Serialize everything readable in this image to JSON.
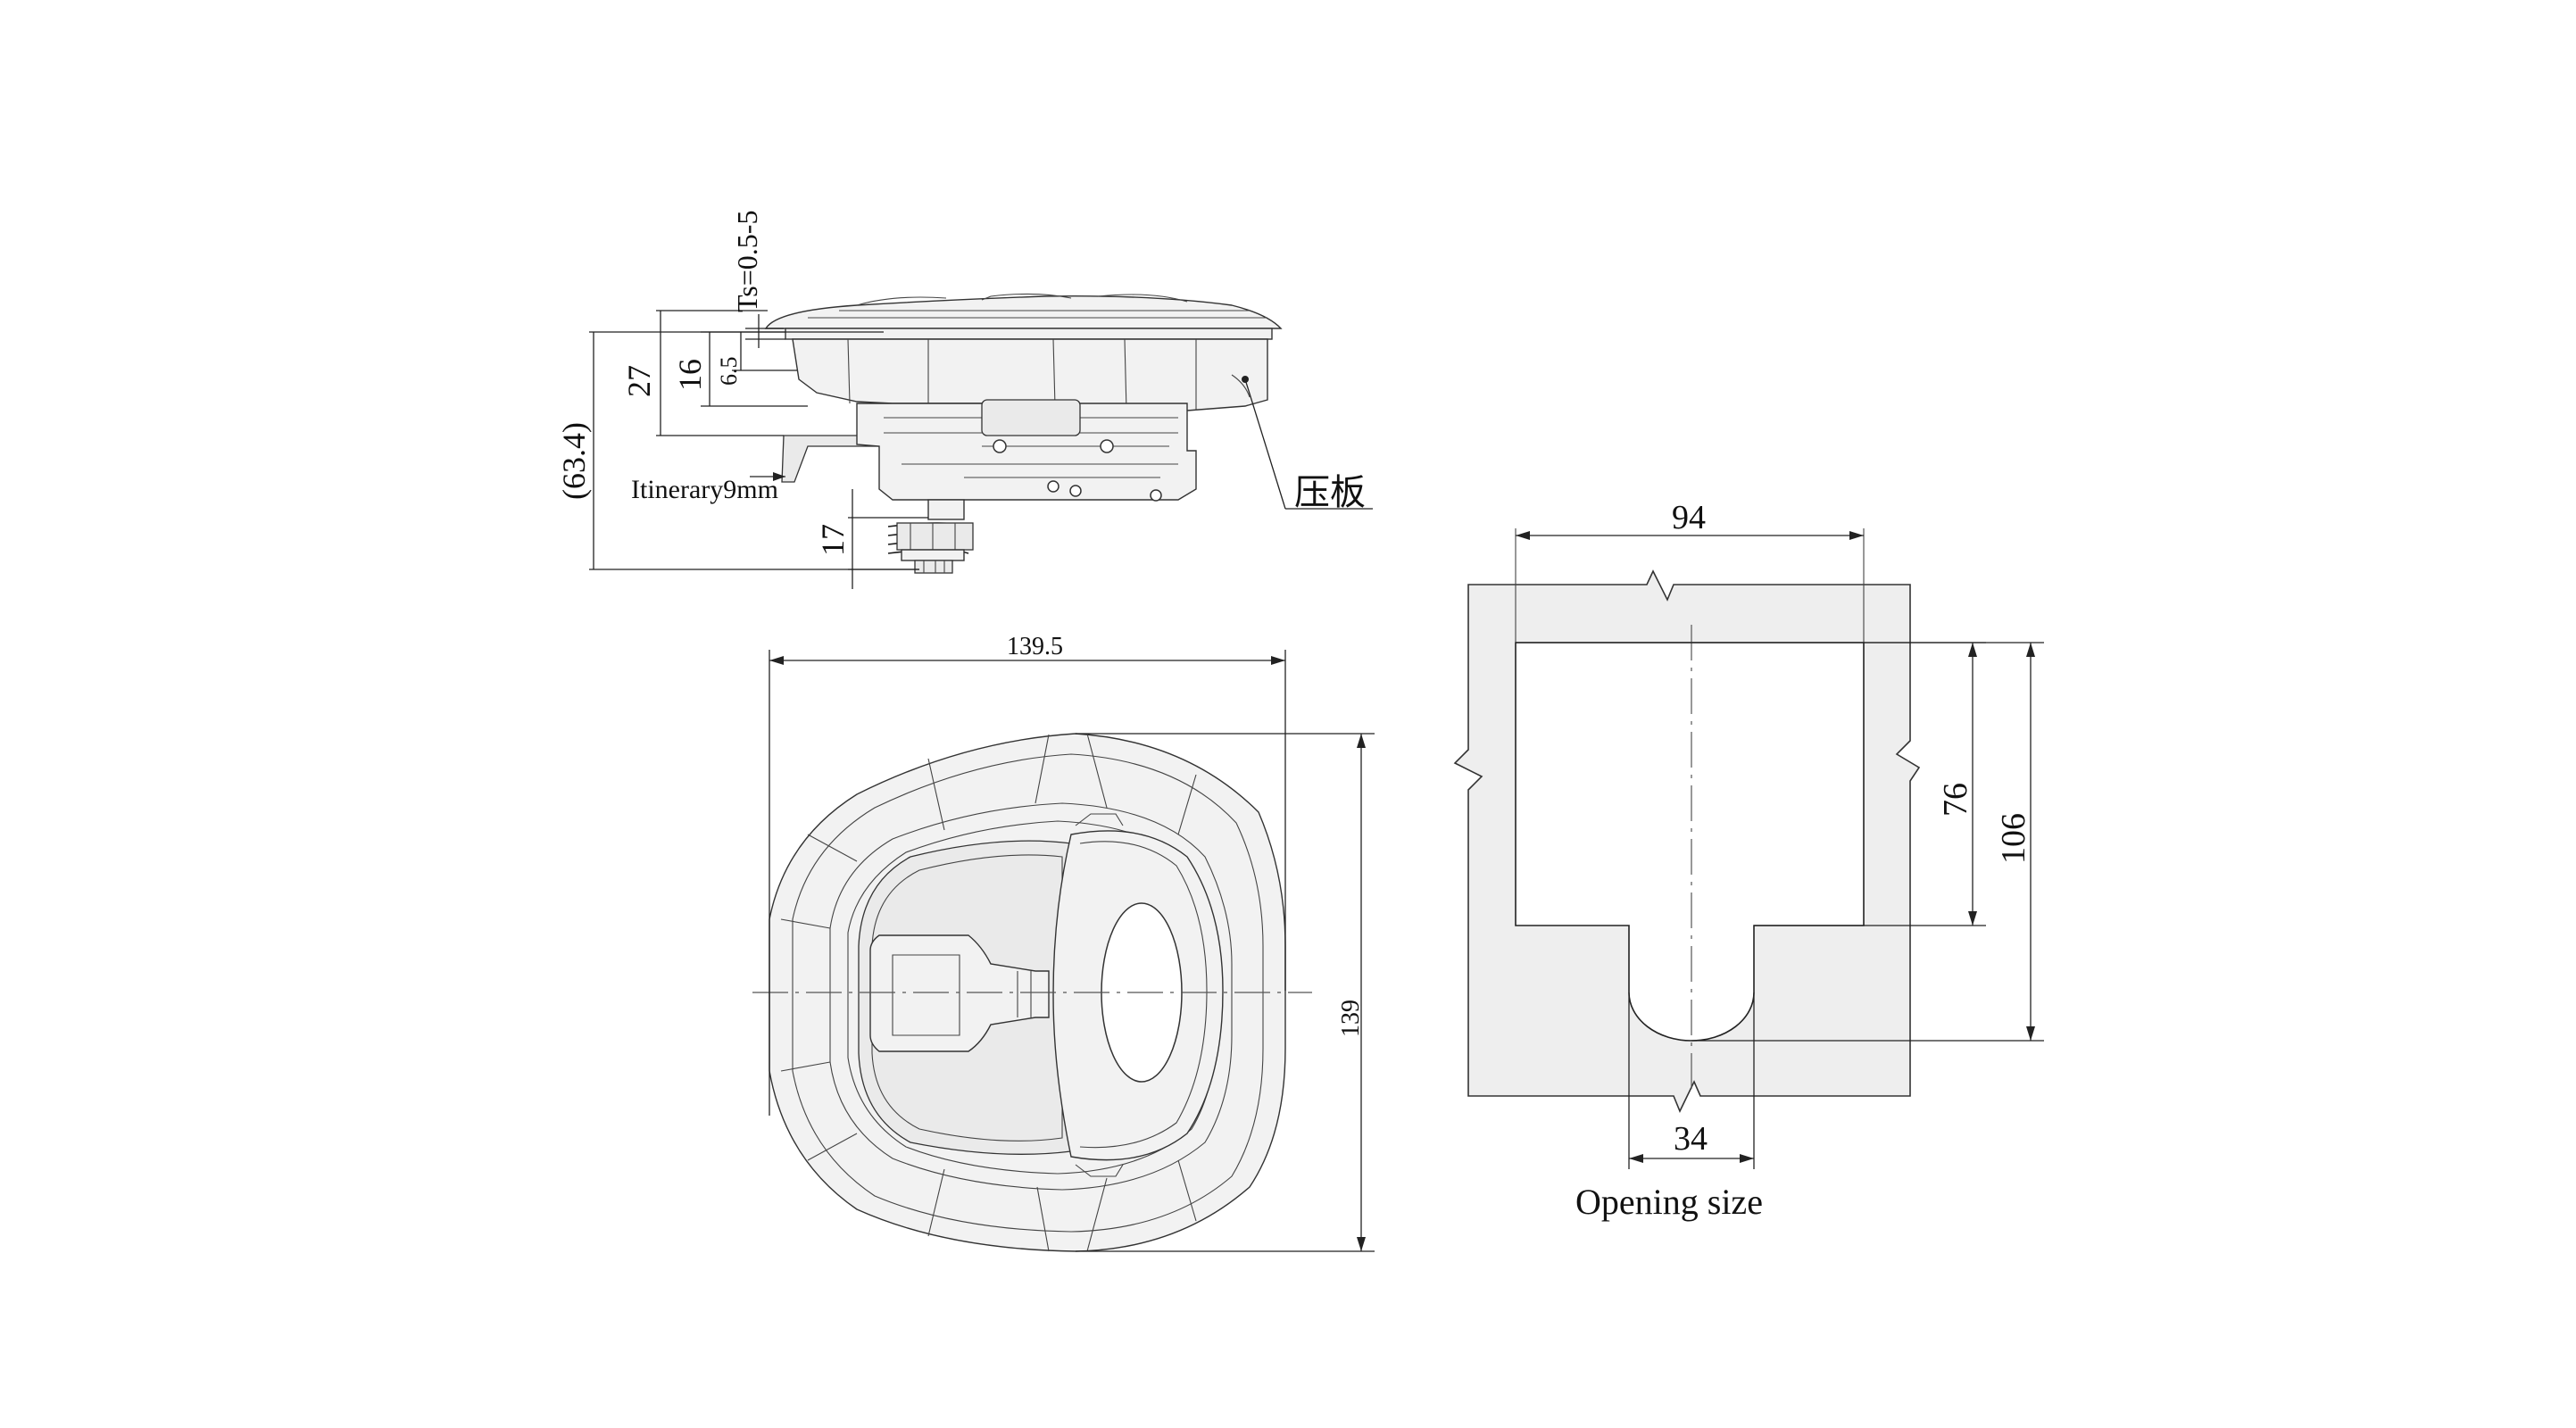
{
  "labels": {
    "ts": "Ts=0.5-5",
    "dim_27": "27",
    "dim_16": "16",
    "dim_6_5": "6.5",
    "dim_63_4": "(63.4)",
    "itinerary": "Itinerary9mm",
    "dim_17": "17",
    "pressure_plate": "压板",
    "width_139_5": "139.5",
    "height_139": "139",
    "open_94": "94",
    "open_76": "76",
    "open_106": "106",
    "open_34": "34",
    "opening_caption": "Opening size"
  },
  "colors": {
    "line": "#1a1a1a",
    "part_fill": "#f2f2f2",
    "plate_fill": "#eeeeee"
  }
}
